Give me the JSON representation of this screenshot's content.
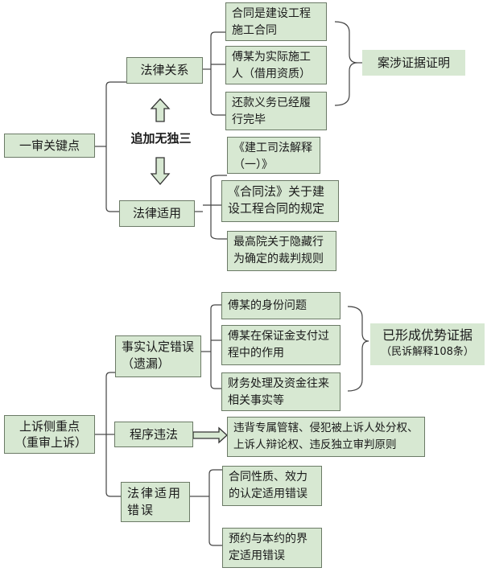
{
  "top": {
    "root": "一审关键点",
    "legal_relation": "法律关系",
    "legal_relation_items": [
      "合同是建设工程施工合同",
      "傅某为实际施工人（借用资质）",
      "还款义务已经履行完毕"
    ],
    "evidence_label": "案涉证据证明",
    "added_third": "追加无独三",
    "law_application": "法律适用",
    "law_application_items": [
      "《建工司法解释（一）》",
      "《合同法》关于建设工程合同的规定",
      "最高院关于隐藏行为确定的裁判规则"
    ]
  },
  "bottom": {
    "root": "上诉侧重点（重审上诉）",
    "fact_error": "事实认定错误（遗漏）",
    "fact_error_items": [
      "傅某的身份问题",
      "傅某在保证金支付过程中的作用",
      "财务处理及资金往来相关事实等"
    ],
    "advantage_title": "已形成优势证据",
    "advantage_sub": "（民诉解释108条）",
    "procedure_violation": "程序违法",
    "procedure_detail": "违背专属管辖、侵犯被上诉人处分权、上诉人辩论权、违反独立审判原则",
    "law_error": "法律适用错误",
    "law_error_items": [
      "合同性质、效力的认定适用错误",
      "预约与本约的界定适用错误"
    ]
  }
}
